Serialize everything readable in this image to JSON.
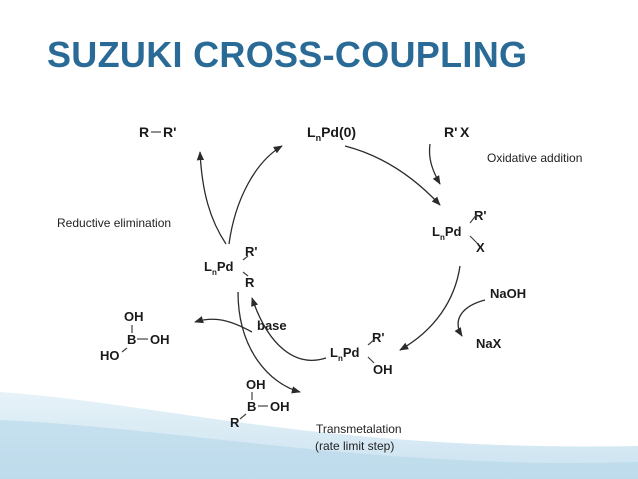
{
  "title": "SUZUKI CROSS-COUPLING",
  "colors": {
    "title": "#2a6a96",
    "red_group": "#c8261e",
    "blue_group": "#2446a8",
    "wave": "#cfe6f2"
  },
  "labels": {
    "oxidative_addition": "Oxidative addition",
    "reductive_elimination": "Reductive elimination",
    "transmetalation": "Transmetalation",
    "rate_limit": "(rate limit step)"
  },
  "chem": {
    "product_r": "R",
    "product_rprime": "R'",
    "catalyst_l": "L",
    "catalyst_n": "n",
    "catalyst_rest": "Pd(0)",
    "rx_rprime": "R'",
    "rx_x": "X",
    "ox_rprime": "R'",
    "ox_l": "L",
    "ox_n": "n",
    "ox_pd": "Pd",
    "ox_x": "X",
    "naoh": "NaOH",
    "nax": "NaX",
    "tm_rprime": "R'",
    "tm_l": "L",
    "tm_n": "n",
    "tm_pd": "Pd",
    "tm_oh": "OH",
    "base": "base",
    "boronic_oh_top": "OH",
    "boronic_b": "B",
    "boronic_oh_right": "OH",
    "boronic_r": "R",
    "borate_oh_top": "OH",
    "borate_b": "B",
    "borate_oh_right": "OH",
    "borate_ho": "HO",
    "red_rprime": "R'",
    "red_l": "L",
    "red_n": "n",
    "red_pd": "Pd",
    "red_r": "R"
  }
}
